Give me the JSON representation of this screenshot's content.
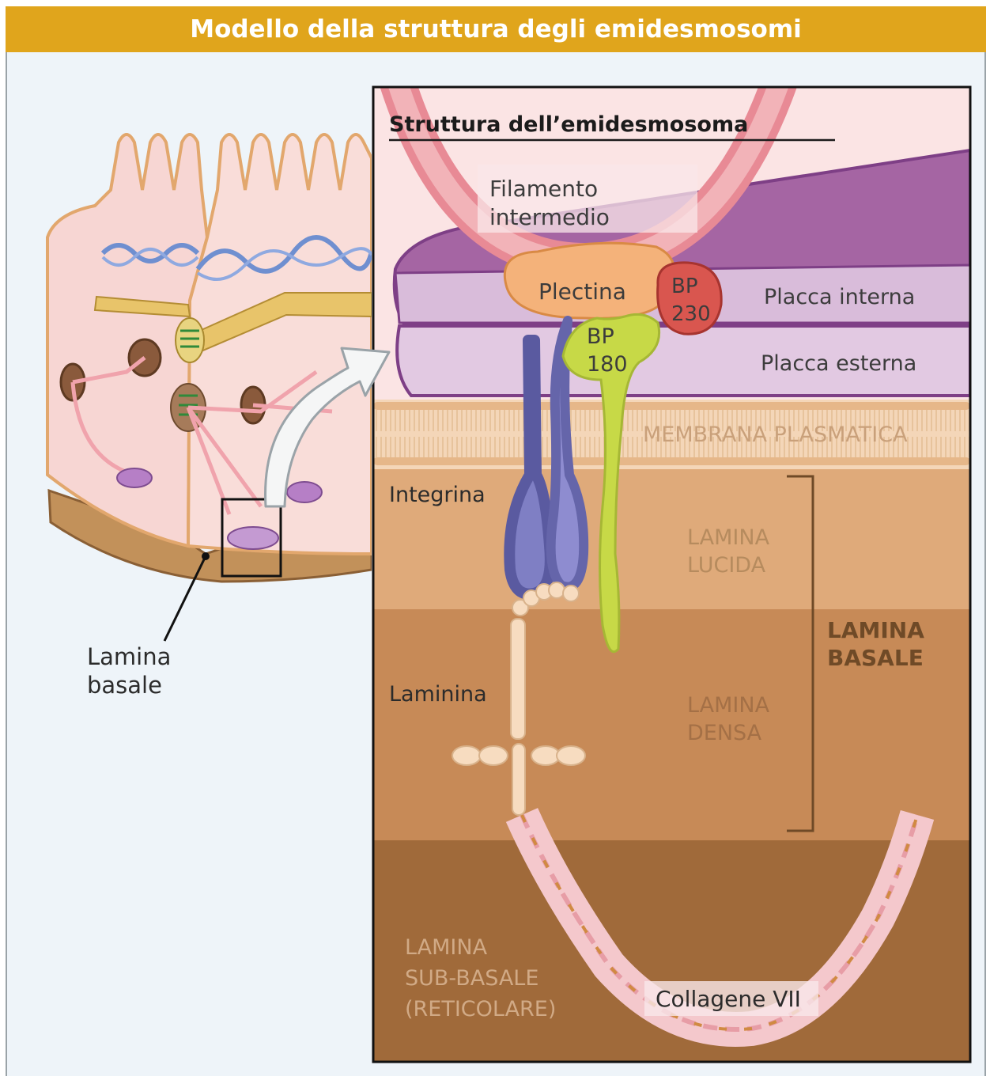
{
  "header": {
    "title": "Modello della struttura degli emidesmosomi"
  },
  "cell_overview": {
    "label_line1": "Lamina",
    "label_line2": "basale"
  },
  "detail": {
    "title": "Struttura dell’emidesmosoma",
    "filament_line1": "Filamento",
    "filament_line2": "intermedio",
    "plectina": "Plectina",
    "bp230_line1": "BP",
    "bp230_line2": "230",
    "bp180_line1": "BP",
    "bp180_line2": "180",
    "placca_interna": "Placca interna",
    "placca_esterna": "Placca esterna",
    "membrana": "MEMBRANA PLASMATICA",
    "integrina": "Integrina",
    "lucida_line1": "LAMINA",
    "lucida_line2": "LUCIDA",
    "basale_line1": "LAMINA",
    "basale_line2": "BASALE",
    "laminina": "Laminina",
    "densa_line1": "LAMINA",
    "densa_line2": "DENSA",
    "sub_line1": "LAMINA",
    "sub_line2": "SUB-BASALE",
    "sub_line3": "(RETICOLARE)",
    "collagene": "Collagene VII"
  },
  "colors": {
    "title_bar": "#e0a51c",
    "placca": "#a565a3",
    "plectina": "#f4b27a",
    "bp230": "#d9564f",
    "bp180": "#c7d947",
    "integrina": "#7f7fc4",
    "lucida": "#dfaa7a",
    "densa": "#c78a57",
    "sub_basale": "#a06a3a"
  }
}
